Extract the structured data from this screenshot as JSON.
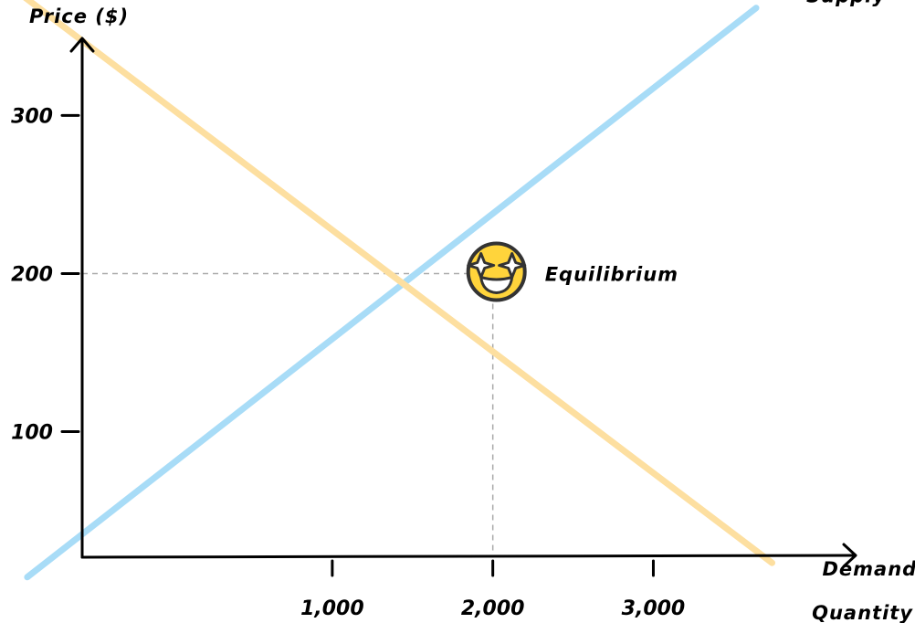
{
  "chart_data": {
    "type": "line",
    "xlabel": "Quantity",
    "ylabel": "Price ($)",
    "x_ticks": [
      {
        "value": 1000,
        "label": "1,000"
      },
      {
        "value": 2000,
        "label": "2,000"
      },
      {
        "value": 3000,
        "label": "3,000"
      }
    ],
    "y_ticks": [
      {
        "value": 100,
        "label": "100"
      },
      {
        "value": 200,
        "label": "200"
      },
      {
        "value": 300,
        "label": "300"
      }
    ],
    "xlim": [
      -1070,
      4630
    ],
    "ylim": [
      -21,
      373
    ],
    "series": [
      {
        "name": "Supply",
        "color": "#a8dcf7",
        "x": [
          -900,
          3640
        ],
        "y": [
          8,
          368
        ]
      },
      {
        "name": "Demand",
        "color": "#fddfa0",
        "x": [
          -920,
          3740
        ],
        "y": [
          375,
          17
        ]
      }
    ],
    "annotations": [
      {
        "label": "Equilibrium",
        "x": 2000,
        "y": 200,
        "icon": "star-struck-emoji-icon"
      }
    ],
    "guide_line_color": "#aaaaaa",
    "grid": false
  }
}
